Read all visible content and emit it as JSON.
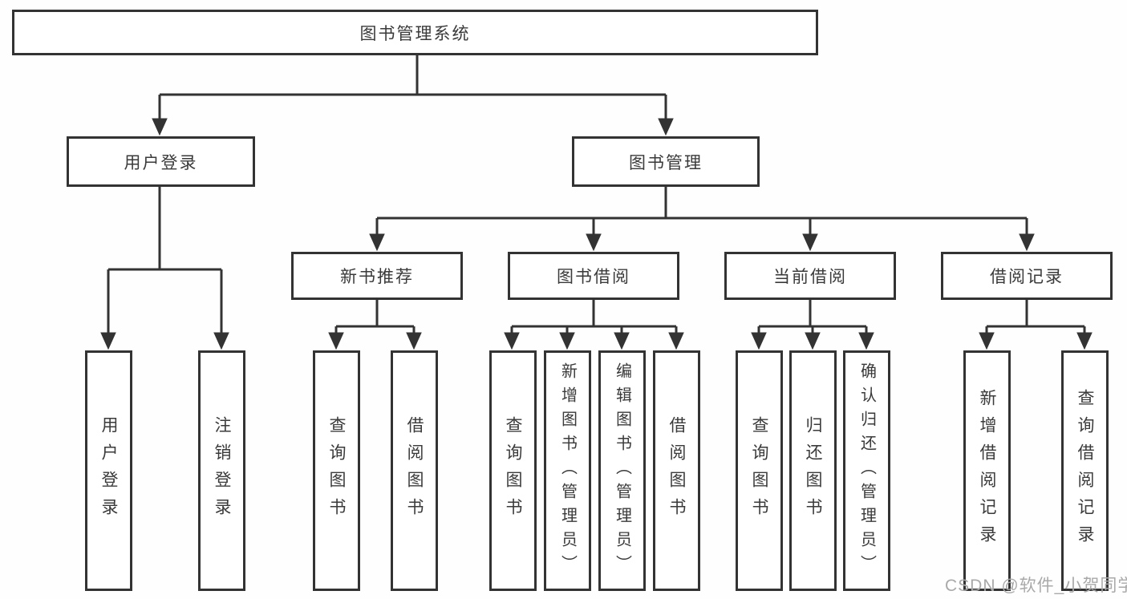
{
  "diagram": {
    "root": "图书管理系统",
    "branches": [
      {
        "label": "用户登录",
        "children": [
          "用户登录",
          "注销登录"
        ]
      },
      {
        "label": "图书管理",
        "children": [
          {
            "label": "新书推荐",
            "children": [
              "查询图书",
              "借阅图书"
            ]
          },
          {
            "label": "图书借阅",
            "children": [
              "查询图书",
              "新增图书（管理员）",
              "编辑图书（管理员）",
              "借阅图书"
            ]
          },
          {
            "label": "当前借阅",
            "children": [
              "查询图书",
              "归还图书",
              "确认归还（管理员）"
            ]
          },
          {
            "label": "借阅记录",
            "children": [
              "新增借阅记录",
              "查询借阅记录"
            ]
          }
        ]
      }
    ]
  },
  "watermark": "CSDN @软件_小贺同学",
  "colors": {
    "line": "#333333",
    "text": "#3a3a3a",
    "watermark": "#a9a9a9",
    "background": "#fefefe"
  }
}
